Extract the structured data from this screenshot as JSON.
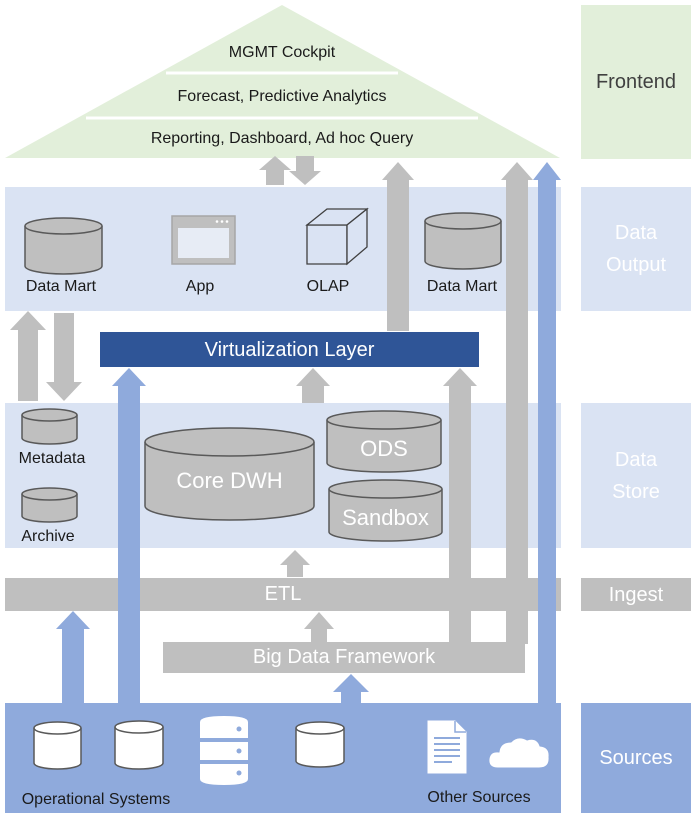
{
  "frontend": {
    "levels": [
      "MGMT Cockpit",
      "Forecast, Predictive Analytics",
      "Reporting, Dashboard, Ad hoc Query"
    ]
  },
  "output": {
    "items": [
      "Data Mart",
      "App",
      "OLAP",
      "Data Mart"
    ]
  },
  "virtualization": "Virtualization Layer",
  "store": {
    "metadata": "Metadata",
    "archive": "Archive",
    "core": "Core DWH",
    "ods": "ODS",
    "sandbox": "Sandbox"
  },
  "etl": "ETL",
  "bigdata": "Big Data Framework",
  "sources": {
    "operational": "Operational Systems",
    "other": "Other Sources"
  },
  "side_labels": {
    "frontend": "Frontend",
    "data_output_1": "Data",
    "data_output_2": "Output",
    "data_store_1": "Data",
    "data_store_2": "Store",
    "ingest": "Ingest",
    "sources": "Sources"
  },
  "colors": {
    "frontend": "#e2efda",
    "layer": "#dae3f3",
    "virtualization": "#2f5597",
    "etl": "#bfbfbf",
    "sources": "#8faadc",
    "arrow_gray": "#bfbfbf",
    "arrow_blue": "#8faadc"
  }
}
